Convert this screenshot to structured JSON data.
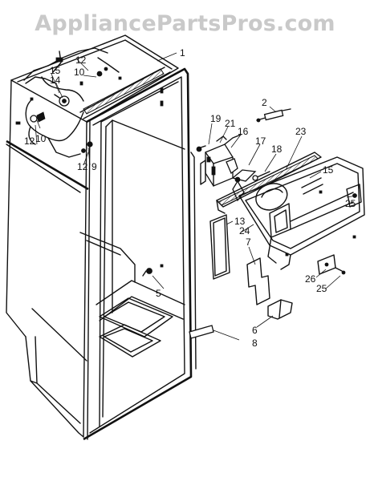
{
  "watermark": "AppliancePartsPros.com",
  "callouts": [
    {
      "id": "1",
      "text": "1"
    },
    {
      "id": "2",
      "text": "2"
    },
    {
      "id": "5",
      "text": "5"
    },
    {
      "id": "6",
      "text": "6"
    },
    {
      "id": "7",
      "text": "7"
    },
    {
      "id": "8",
      "text": "8"
    },
    {
      "id": "9",
      "text": "9"
    },
    {
      "id": "10a",
      "text": "10"
    },
    {
      "id": "10b",
      "text": "10"
    },
    {
      "id": "12a",
      "text": "12"
    },
    {
      "id": "12b",
      "text": "12"
    },
    {
      "id": "12c",
      "text": "12"
    },
    {
      "id": "13",
      "text": "13"
    },
    {
      "id": "14",
      "text": "14"
    },
    {
      "id": "15a",
      "text": "15"
    },
    {
      "id": "15b",
      "text": "15"
    },
    {
      "id": "16",
      "text": "16"
    },
    {
      "id": "17",
      "text": "17"
    },
    {
      "id": "18",
      "text": "18"
    },
    {
      "id": "19",
      "text": "19"
    },
    {
      "id": "21",
      "text": "21"
    },
    {
      "id": "23",
      "text": "23"
    },
    {
      "id": "24",
      "text": "24"
    },
    {
      "id": "25a",
      "text": "25"
    },
    {
      "id": "25b",
      "text": "25"
    },
    {
      "id": "26",
      "text": "26"
    }
  ]
}
